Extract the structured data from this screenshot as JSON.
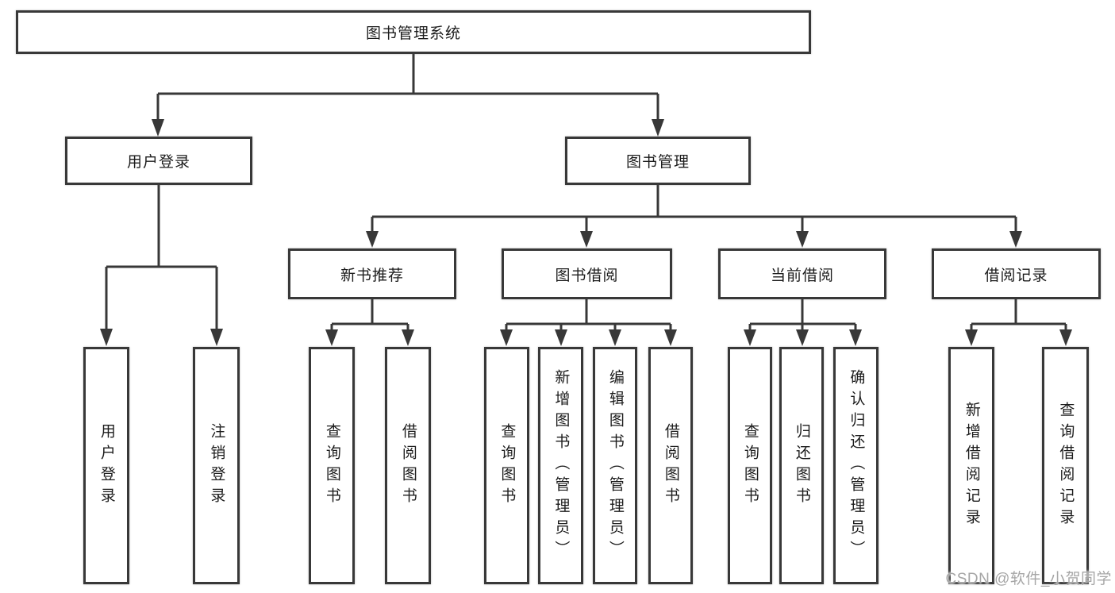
{
  "diagram": {
    "root": {
      "label": "图书管理系统"
    },
    "level2": [
      {
        "label": "用户登录"
      },
      {
        "label": "图书管理"
      }
    ],
    "level3": [
      {
        "label": "新书推荐"
      },
      {
        "label": "图书借阅"
      },
      {
        "label": "当前借阅"
      },
      {
        "label": "借阅记录"
      }
    ],
    "leaves": [
      {
        "label": "用户登录"
      },
      {
        "label": "注销登录"
      },
      {
        "label": "查询图书"
      },
      {
        "label": "借阅图书"
      },
      {
        "label": "查询图书"
      },
      {
        "label": "新增图书（管理员）"
      },
      {
        "label": "编辑图书（管理员）"
      },
      {
        "label": "借阅图书"
      },
      {
        "label": "查询图书"
      },
      {
        "label": "归还图书"
      },
      {
        "label": "确认归还（管理员）"
      },
      {
        "label": "新增借阅记录"
      },
      {
        "label": "查询借阅记录"
      }
    ],
    "watermark": "CSDN @软件_小贺同学",
    "colors": {
      "line": "#383838",
      "text": "#1c1c1c",
      "watermark": "#a6a6a6",
      "background": "#ffffff"
    }
  }
}
